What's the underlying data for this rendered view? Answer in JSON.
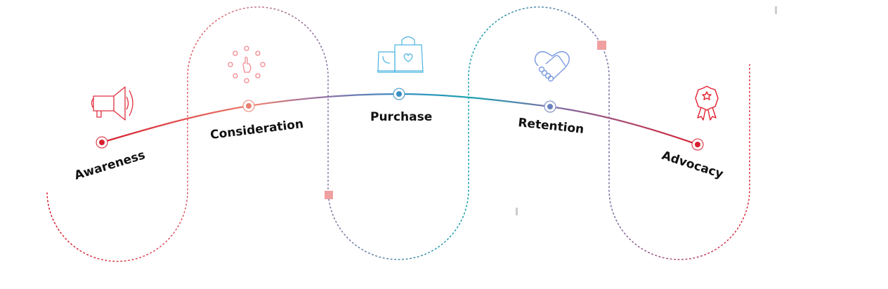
{
  "title": "Customer Journey",
  "colors": {
    "red": "#d62030",
    "salmon": "#ea8070",
    "purple": "#7e6ea8",
    "blue": "#3a8ec4",
    "teal": "#1aa3b0",
    "marker": "#f0a0a0"
  },
  "stages": [
    {
      "label": "Awareness",
      "icon": "megaphone-icon"
    },
    {
      "label": "Consideration",
      "icon": "click-hand-icon"
    },
    {
      "label": "Purchase",
      "icon": "shopping-bags-icon"
    },
    {
      "label": "Retention",
      "icon": "handshake-heart-icon"
    },
    {
      "label": "Advocacy",
      "icon": "award-ribbon-icon"
    }
  ]
}
